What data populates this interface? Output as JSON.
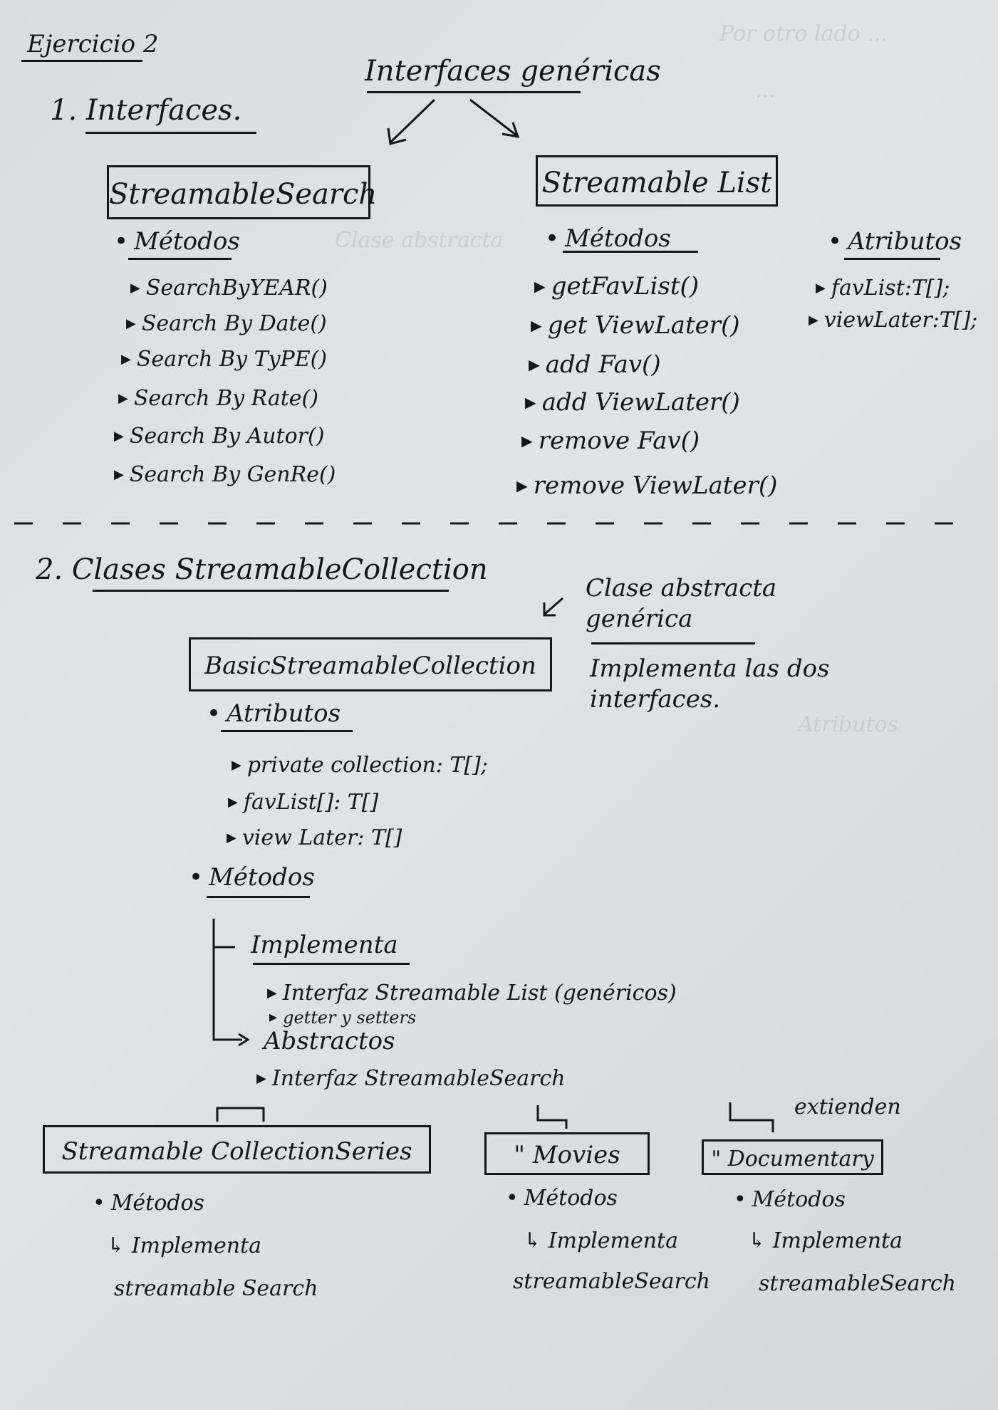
{
  "header": {
    "exercise": "Ejercicio 2",
    "section1": "1. Interfaces.",
    "generic_label": "Interfaces genéricas",
    "section2": "2. Clases StreamableCollection"
  },
  "interfaces": {
    "search": {
      "title": "StreamableSearch",
      "methods_label": "Métodos",
      "methods": [
        "SearchByYEAR()",
        "Search By Date()",
        "Search By TyPE()",
        "Search By Rate()",
        "Search By Autor()",
        "Search By GenRe()"
      ]
    },
    "list": {
      "title": "Streamable List",
      "methods_label": "Métodos",
      "methods": [
        "getFavList()",
        "get ViewLater()",
        "add Fav()",
        "add ViewLater()",
        "remove Fav()",
        "remove ViewLater()"
      ],
      "attributes_label": "Atributos",
      "attributes": [
        "favList:T[];",
        "viewLater:T[];"
      ]
    }
  },
  "basic": {
    "title": "BasicStreamableCollection",
    "note_abstract": "Clase abstracta genérica",
    "note_implements": "Implementa las dos interfaces.",
    "attributes_label": "Atributos",
    "attributes": [
      "private collection: T[];",
      "favList[]: T[]",
      "view Later: T[]"
    ],
    "methods_label": "Métodos",
    "implementa_label": "Implementa",
    "implementa_items": [
      "Interfaz Streamable List (genéricos)",
      "getter y setters"
    ],
    "abstractos_label": "Abstractos",
    "abstractos_items": [
      "Interfaz StreamableSearch"
    ],
    "extend_label": "extienden"
  },
  "subclasses": [
    {
      "title": "Streamable CollectionSeries",
      "methods_label": "Métodos",
      "line1": "Implementa",
      "line2": "streamable Search"
    },
    {
      "title": "\" Movies",
      "methods_label": "Métodos",
      "line1": "Implementa",
      "line2": "streamableSearch"
    },
    {
      "title": "\" Documentary",
      "methods_label": "Métodos",
      "line1": "Implementa",
      "line2": "streamableSearch"
    }
  ]
}
